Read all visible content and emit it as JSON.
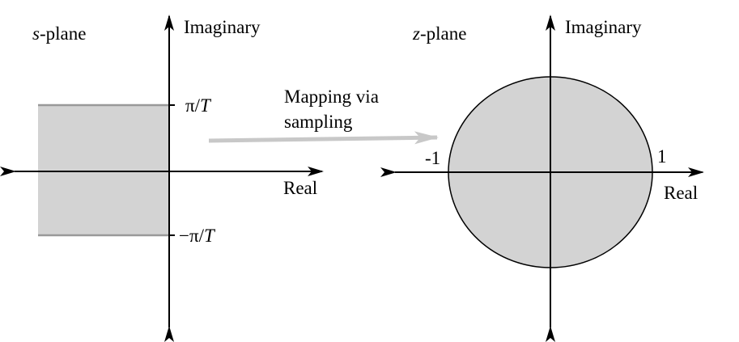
{
  "s_plane": {
    "title_var": "s",
    "title_rest": "-plane",
    "imag_label": "Imaginary",
    "real_label": "Real",
    "top_tick_prefix": "π/",
    "top_tick_var": "T",
    "bottom_tick_prefix": "−π/",
    "bottom_tick_var": "T"
  },
  "mapping": {
    "line1": "Mapping via",
    "line2": "sampling"
  },
  "z_plane": {
    "title_var": "z",
    "title_rest": "-plane",
    "imag_label": "Imaginary",
    "real_label": "Real",
    "neg_one": "-1",
    "pos_one": "1"
  },
  "colors": {
    "region_fill": "#d3d3d3",
    "region_edge": "#999999",
    "arrow_gray": "#c8c8c8",
    "axis": "#000000"
  }
}
